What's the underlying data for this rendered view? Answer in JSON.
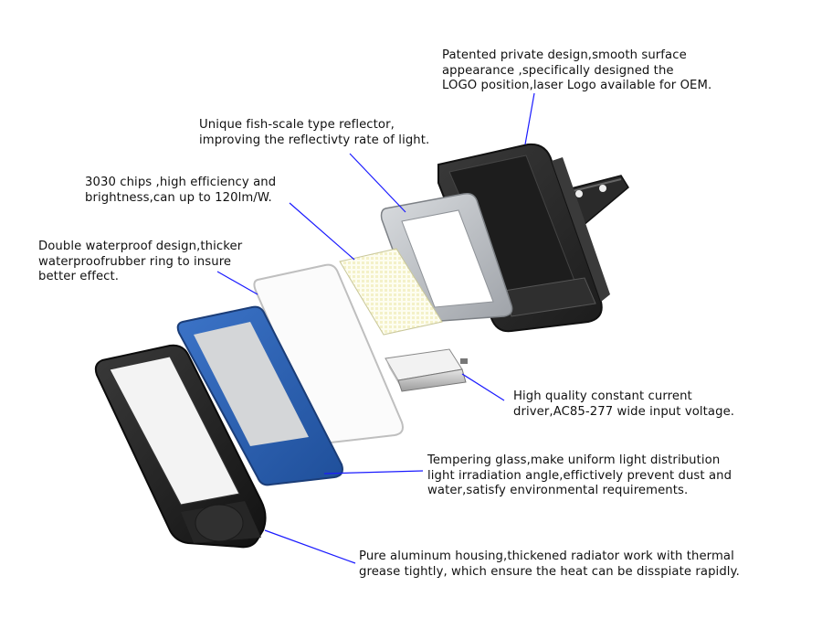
{
  "annotations": {
    "logo_design": "Patented private design,smooth surface\nappearance ,specifically designed the\nLOGO position,laser Logo available for OEM.",
    "reflector": "Unique fish-scale type reflector,\nimproving the reflectivty rate of light.",
    "chips": "3030 chips ,high efficiency and\nbrightness,can up to 120lm/W.",
    "waterproof": "Double waterproof design,thicker\nwaterproofrubber ring to insure\nbetter effect.",
    "driver": "High quality constant current\ndriver,AC85-277 wide input voltage.",
    "glass": "Tempering glass,make uniform light distribution\nlight irradiation angle,effictively prevent dust and\nwater,satisfy environmental requirements.",
    "housing": "Pure aluminum housing,thickened radiator work with thermal\ngrease tightly, which ensure the heat can be disspiate rapidly."
  },
  "colors": {
    "leader_line": "#1a1aff",
    "housing_dark": "#2b2b2b",
    "glass_blue": "#2f62b4",
    "reflector_silver": "#b8bcc2"
  }
}
